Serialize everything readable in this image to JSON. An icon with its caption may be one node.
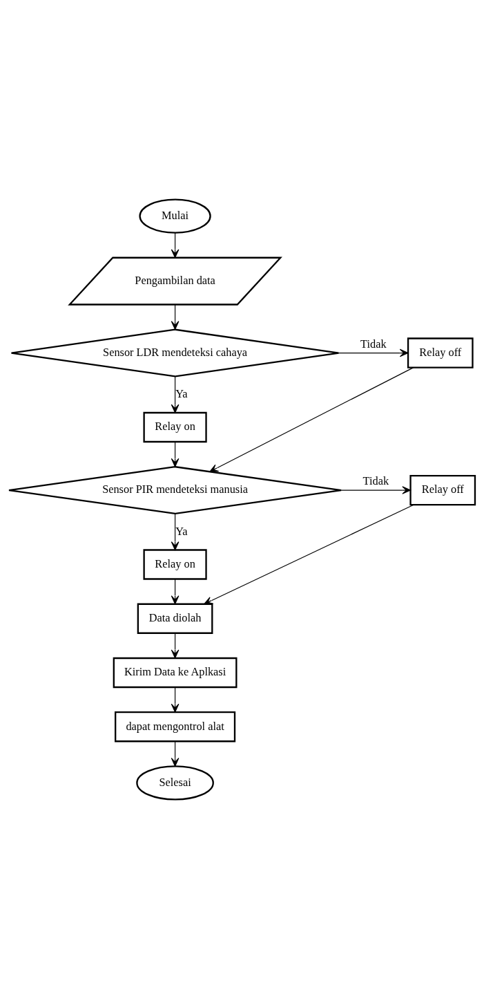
{
  "diagram": {
    "nodes": [
      {
        "text": [
          "Mulai"
        ]
      },
      {
        "text": [
          "Pengambilan data"
        ]
      },
      {
        "text": [
          "Sensor LDR mendeteksi cahaya"
        ]
      },
      {
        "text": [
          "Relay off"
        ]
      },
      {
        "text": [
          "Relay on"
        ]
      },
      {
        "text": [
          "Sensor PIR mendeteksi manusia"
        ]
      },
      {
        "text": [
          "Relay off"
        ]
      },
      {
        "text": [
          "Relay on"
        ]
      },
      {
        "text": [
          "Data diolah"
        ]
      },
      {
        "text": [
          "Kirim Data ke Aplkasi"
        ]
      },
      {
        "text": [
          "dapat mengontrol alat"
        ]
      },
      {
        "text": [
          "Selesai"
        ]
      }
    ],
    "edges": [
      {
        "from": 0,
        "to": 1,
        "arrow": "to"
      },
      {
        "from": 1,
        "to": 2,
        "arrow": "to"
      },
      {
        "from": 2,
        "to": 3,
        "label": "Tidak",
        "arrow": "to"
      },
      {
        "from": 2,
        "to": 4,
        "label": "Ya",
        "arrow": "to"
      },
      {
        "from": 4,
        "to": 5,
        "arrow": "to"
      },
      {
        "from": 3,
        "to": 5,
        "arrow": "to"
      },
      {
        "from": 5,
        "to": 6,
        "label": "Tidak",
        "arrow": "to"
      },
      {
        "from": 5,
        "to": 7,
        "label": "Ya",
        "arrow": "to"
      },
      {
        "from": 7,
        "to": 8,
        "arrow": "to"
      },
      {
        "from": 6,
        "to": 8,
        "arrow": "to"
      },
      {
        "from": 8,
        "to": 9,
        "arrow": "to"
      },
      {
        "from": 9,
        "to": 10,
        "arrow": "to"
      },
      {
        "from": 10,
        "to": 11,
        "arrow": "to"
      }
    ]
  }
}
